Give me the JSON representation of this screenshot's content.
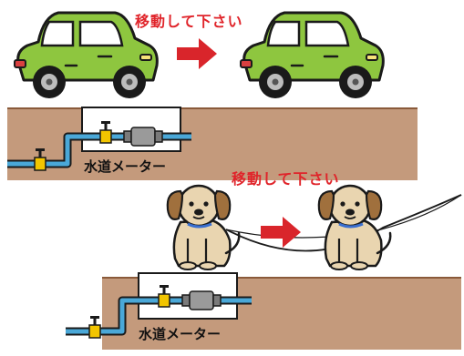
{
  "scene1": {
    "instruction": "移動して下さい",
    "meter_label": "水道メーター"
  },
  "scene2": {
    "instruction": "移動して下さい",
    "meter_label": "水道メーター"
  },
  "colors": {
    "car_body": "#8ec63f",
    "car_outline": "#1a1a1a",
    "arrow": "#d9252b",
    "soil": "#c49a7c",
    "pipe": "#4aa8d8",
    "valve": "#f2c500",
    "meter_body": "#9a9a9a",
    "dog_fur": "#e9d5b0",
    "dog_ear": "#a0703d",
    "instruction_text": "#e0242a"
  },
  "icons": [
    "car-icon",
    "arrow-right-icon",
    "dog-icon",
    "water-meter-icon",
    "valve-icon",
    "leash-icon"
  ]
}
